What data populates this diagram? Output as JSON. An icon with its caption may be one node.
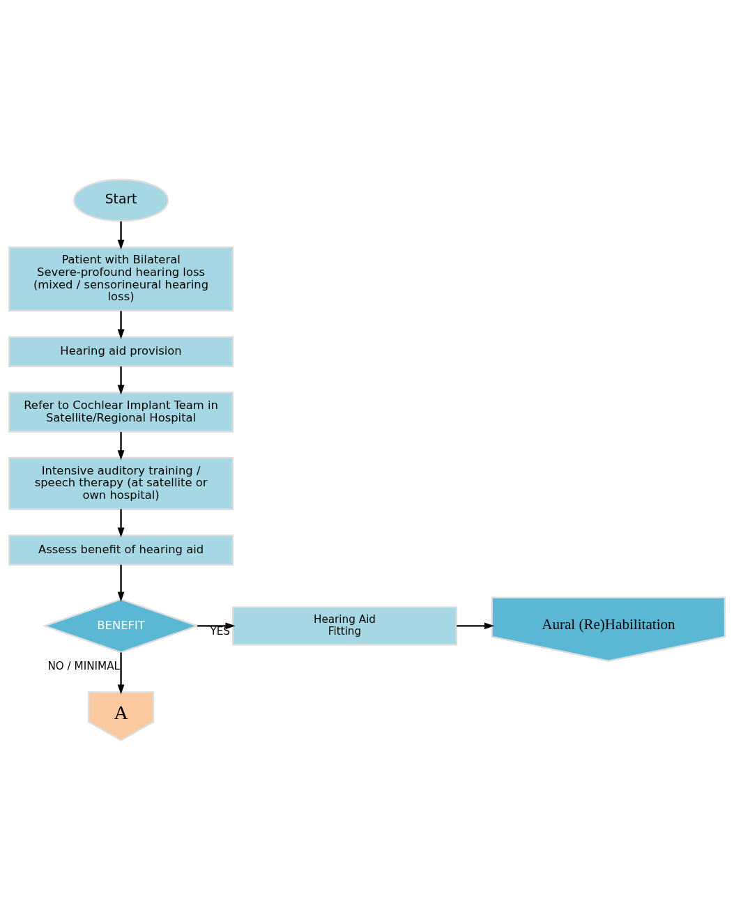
{
  "diagram": {
    "nodes": [
      {
        "text": [
          "Start"
        ]
      },
      {
        "text": [
          "Patient with Bilateral Severe-profound hearing loss (mixed / sensorineural hearing loss)"
        ]
      },
      {
        "text": [
          "Hearing aid provision"
        ]
      },
      {
        "text": [
          "Refer to Cochlear Implant Team in Satellite/Regional Hospital"
        ]
      },
      {
        "text": [
          "Intensive auditory training / speech therapy (at satellite or own hospital)"
        ]
      },
      {
        "text": [
          "Assess benefit of hearing aid"
        ]
      },
      {
        "text": [
          "BENEFIT"
        ]
      },
      {
        "text": [
          "Hearing Aid Fitting"
        ]
      },
      {
        "text": [
          "Aural (Re)Habilitation"
        ]
      },
      {
        "text": [
          "A"
        ]
      }
    ],
    "edges": [
      {
        "from": 0,
        "to": 1,
        "arrow": "to"
      },
      {
        "from": 1,
        "to": 2,
        "arrow": "to"
      },
      {
        "from": 2,
        "to": 3,
        "arrow": "to"
      },
      {
        "from": 3,
        "to": 4,
        "arrow": "to"
      },
      {
        "from": 4,
        "to": 5,
        "arrow": "to"
      },
      {
        "from": 5,
        "to": 6,
        "arrow": "to"
      },
      {
        "from": 6,
        "to": 7,
        "arrow": "to",
        "label": "YES"
      },
      {
        "from": 7,
        "to": 8,
        "arrow": "to"
      },
      {
        "from": 6,
        "to": 9,
        "arrow": "to",
        "label": "NO / MINIMAL"
      }
    ]
  }
}
